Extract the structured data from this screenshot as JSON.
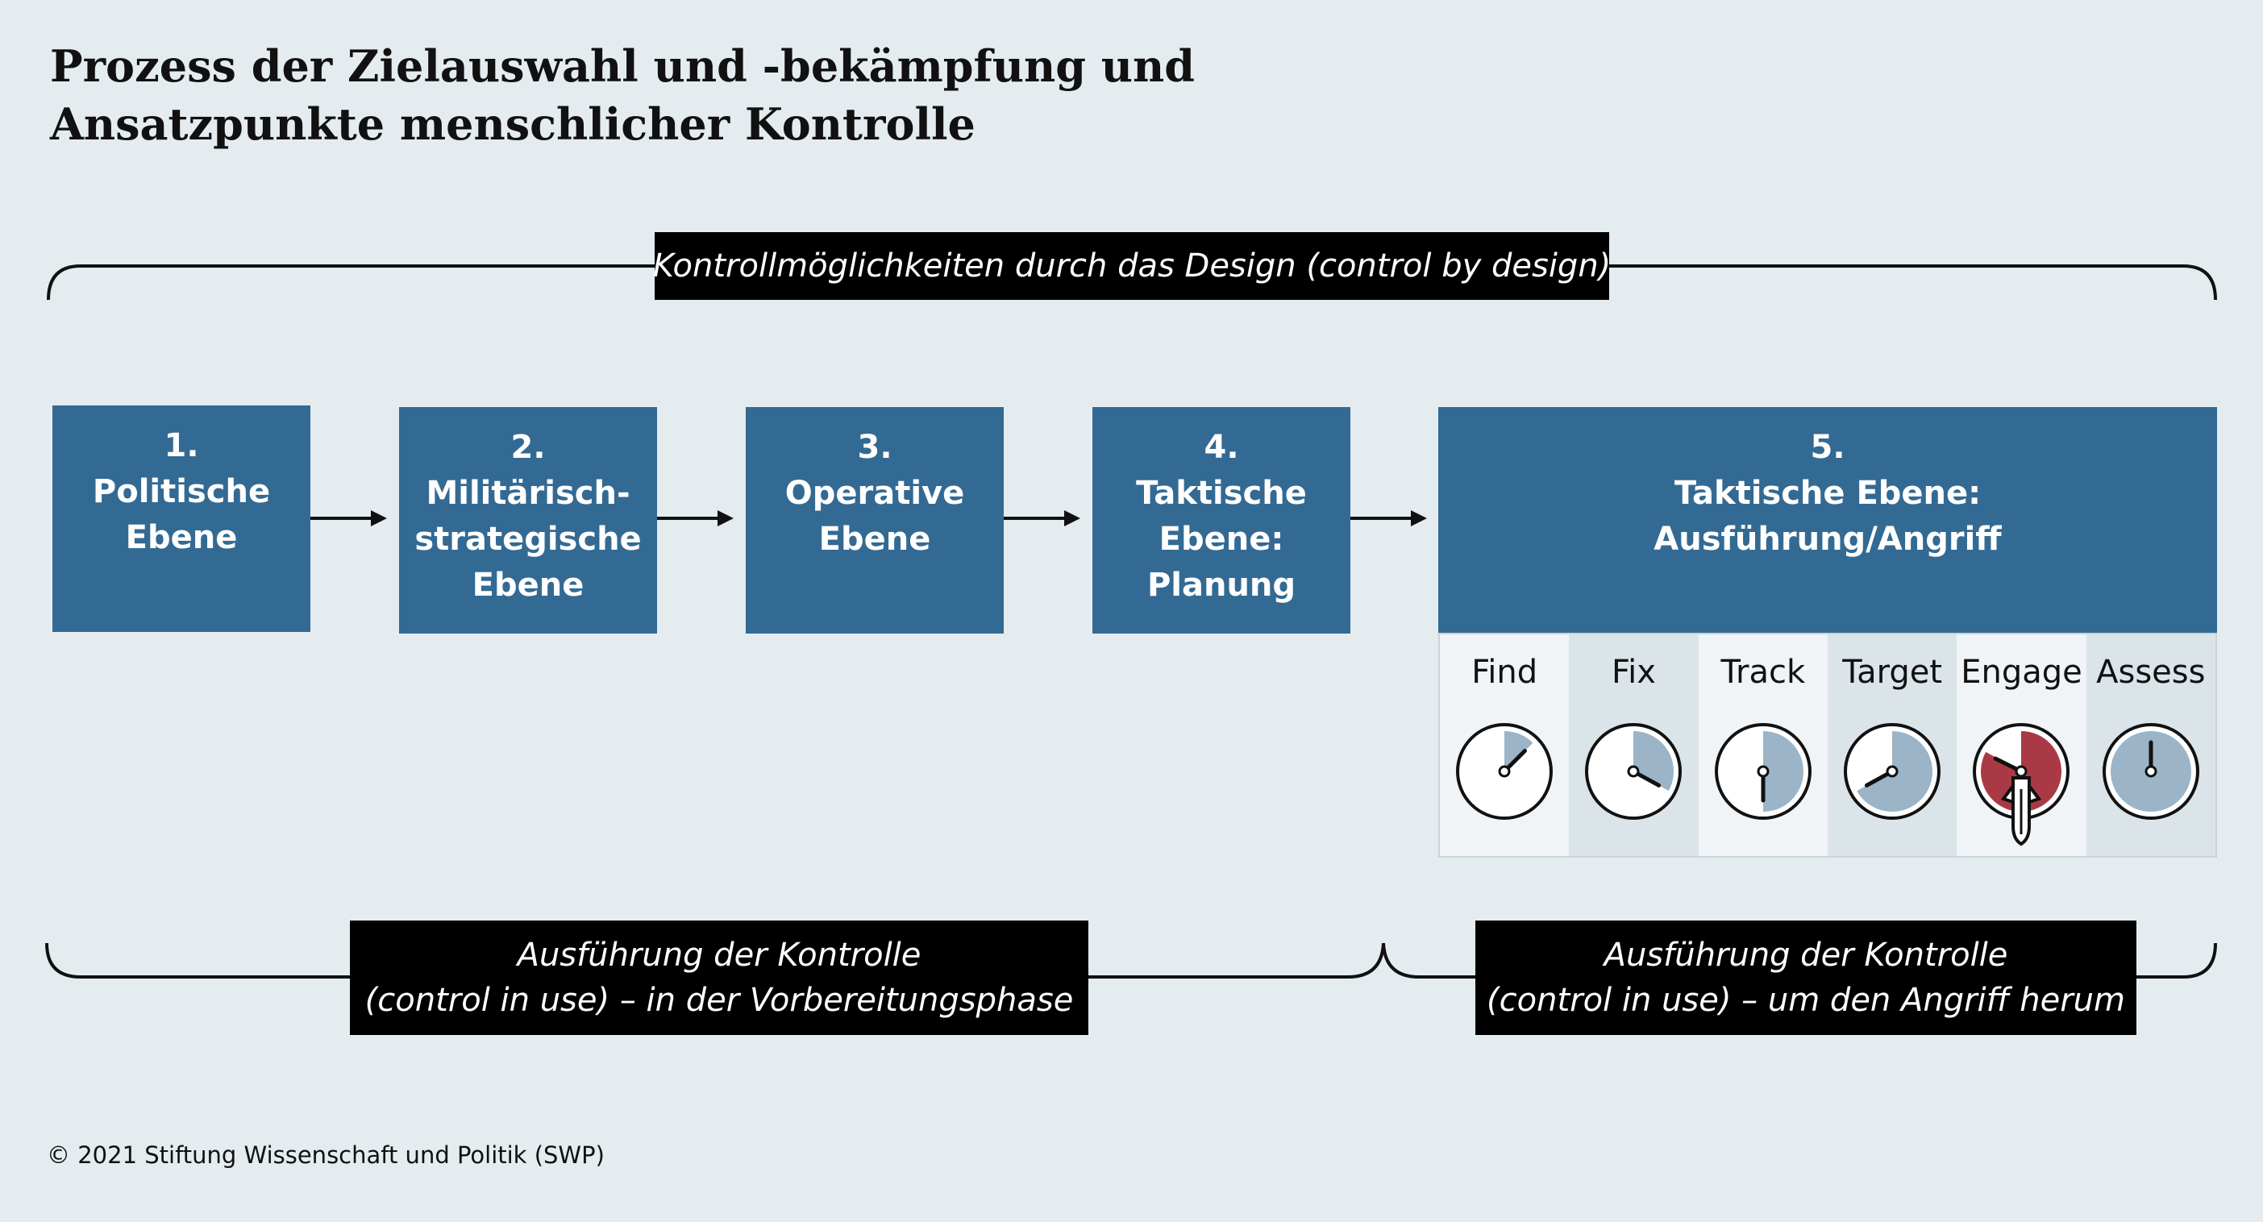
{
  "title": {
    "line1": "Prozess der Zielauswahl und -bekämpfung und",
    "line2": "Ansatzpunkte menschlicher Kontrolle"
  },
  "top_label": "Kontrollmöglichkeiten durch das Design (control by design)",
  "steps": [
    {
      "num": "1.",
      "lines": [
        "Politische",
        "Ebene"
      ]
    },
    {
      "num": "2.",
      "lines": [
        "Militärisch-",
        "strategische",
        "Ebene"
      ]
    },
    {
      "num": "3.",
      "lines": [
        "Operative",
        "Ebene"
      ]
    },
    {
      "num": "4.",
      "lines": [
        "Taktische",
        "Ebene:",
        "Planung"
      ]
    },
    {
      "num": "5.",
      "lines": [
        "Taktische Ebene:",
        "Ausführung/Angriff"
      ]
    }
  ],
  "phases": [
    {
      "label": "Find",
      "fill_fraction": 0.125
    },
    {
      "label": "Fix",
      "fill_fraction": 0.33
    },
    {
      "label": "Track",
      "fill_fraction": 0.5
    },
    {
      "label": "Target",
      "fill_fraction": 0.67
    },
    {
      "label": "Engage",
      "fill_fraction": 0.83
    },
    {
      "label": "Assess",
      "fill_fraction": 1.0
    }
  ],
  "bottom_left_label": {
    "line1": "Ausführung der Kontrolle",
    "line2": "(control in use) – in der Vorbereitungsphase"
  },
  "bottom_right_label": {
    "line1": "Ausführung der Kontrolle",
    "line2": "(control in use) – um den Angriff herum"
  },
  "footer": "© 2021 Stiftung Wissenschaft und Politik (SWP)",
  "colors": {
    "background": "#e4ecef",
    "box": "#336a93",
    "clock_fill": "#9bb4c7",
    "engage_fill": "#a93a45",
    "phase_light": "#f0f4f6",
    "phase_dark": "#dbe4e9"
  }
}
